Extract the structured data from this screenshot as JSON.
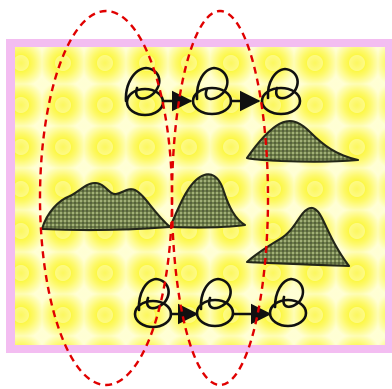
{
  "colors": {
    "frame": "#f3bdf1",
    "panel_base": "#fff8a6",
    "panel_spot": "#fbf400",
    "panel_light": "#ffffd6",
    "curve_fill": "#7a8a56",
    "curve_stroke": "#232618",
    "hmm_stroke": "#101010",
    "dashed_ellipse": "#e00000"
  },
  "icons": {
    "state_node": "hmm-state-node",
    "transition": "arrow-right",
    "density": "gaussian-mixture-curve",
    "group_marker": "dashed-ellipse"
  }
}
